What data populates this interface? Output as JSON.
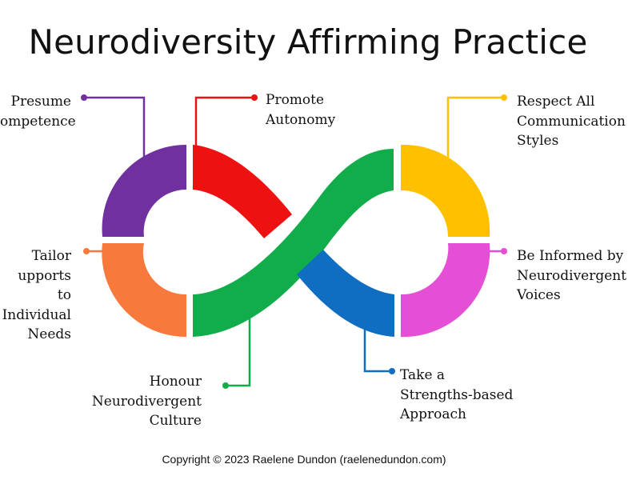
{
  "title": "Neurodiversity Affirming Practice",
  "labels": {
    "presume": "Presume\nompetence",
    "promote": "Promote\nAutonomy",
    "respect": "Respect All\nCommunication\nStyles",
    "tailor": "Tailor\nupports to\nIndividual\nNeeds",
    "informed": "Be Informed by\nNeurodivergent\nVoices",
    "honour": "Honour\nNeurodivergent\nCulture",
    "strengths": "Take a\nStrengths-based\nApproach"
  },
  "copyright": "Copyright © 2023 Raelene Dundon (raelenedundon.com)",
  "colors": {
    "purple": "#7030a0",
    "red": "#ee1111",
    "yellow": "#ffc000",
    "orange": "#f77a3c",
    "green": "#12ad4b",
    "blue": "#0f6ec2",
    "magenta": "#e44fd6"
  }
}
